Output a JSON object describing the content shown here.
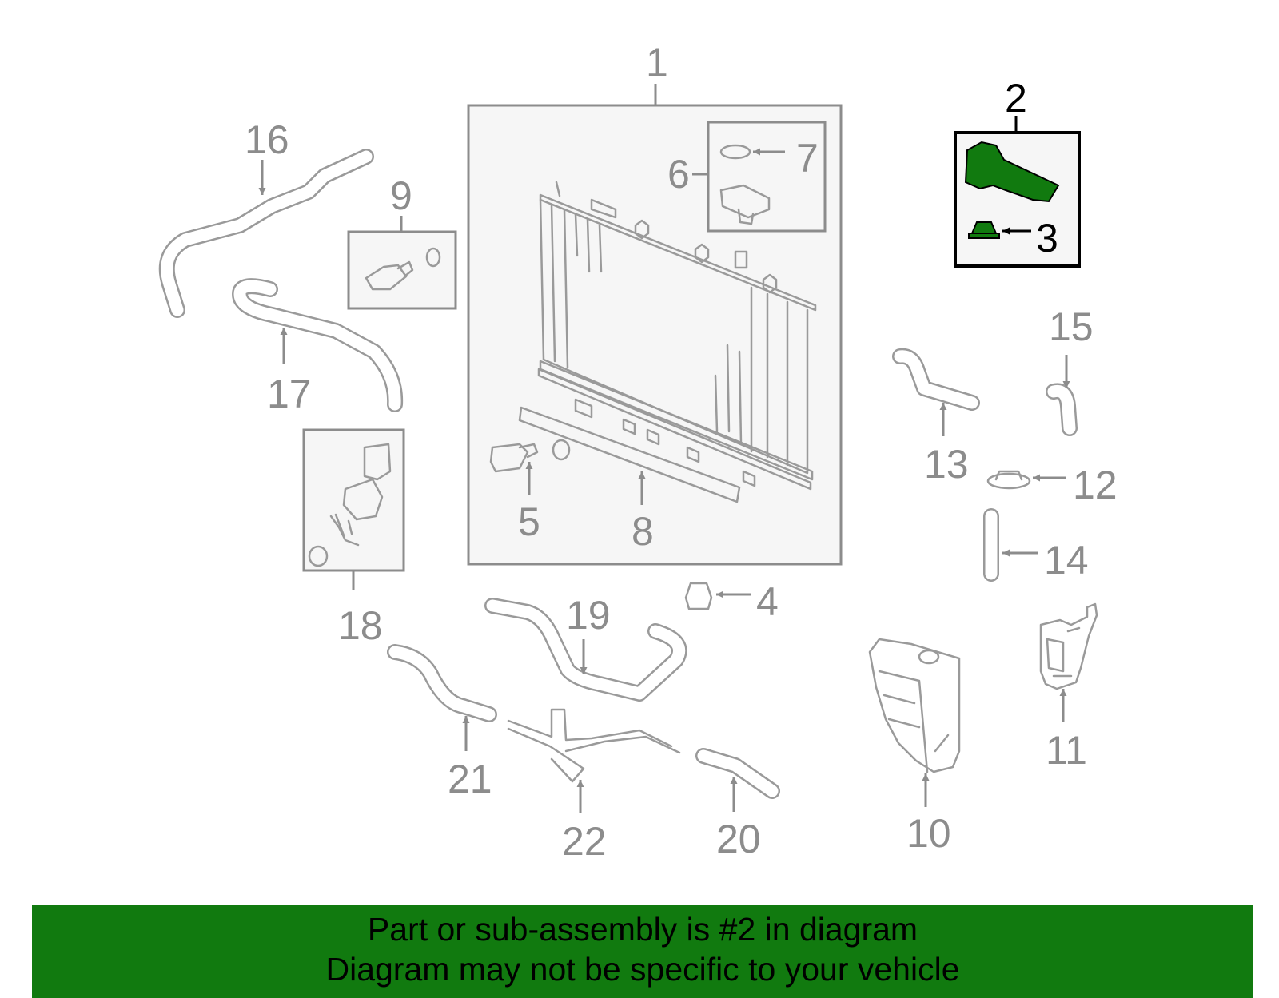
{
  "callouts": {
    "c1": "1",
    "c2": "2",
    "c3": "3",
    "c4": "4",
    "c5": "5",
    "c6": "6",
    "c7": "7",
    "c8": "8",
    "c9": "9",
    "c10": "10",
    "c11": "11",
    "c12": "12",
    "c13": "13",
    "c14": "14",
    "c15": "15",
    "c16": "16",
    "c17": "17",
    "c18": "18",
    "c19": "19",
    "c20": "20",
    "c21": "21",
    "c22": "22"
  },
  "highlight": {
    "part_number": "2",
    "color": "#117a0f",
    "sub_part": "3"
  },
  "banner": {
    "line1": "Part or sub-assembly is #2 in diagram",
    "line2": "Diagram may not be specific to your vehicle",
    "color": "#117a0f"
  }
}
